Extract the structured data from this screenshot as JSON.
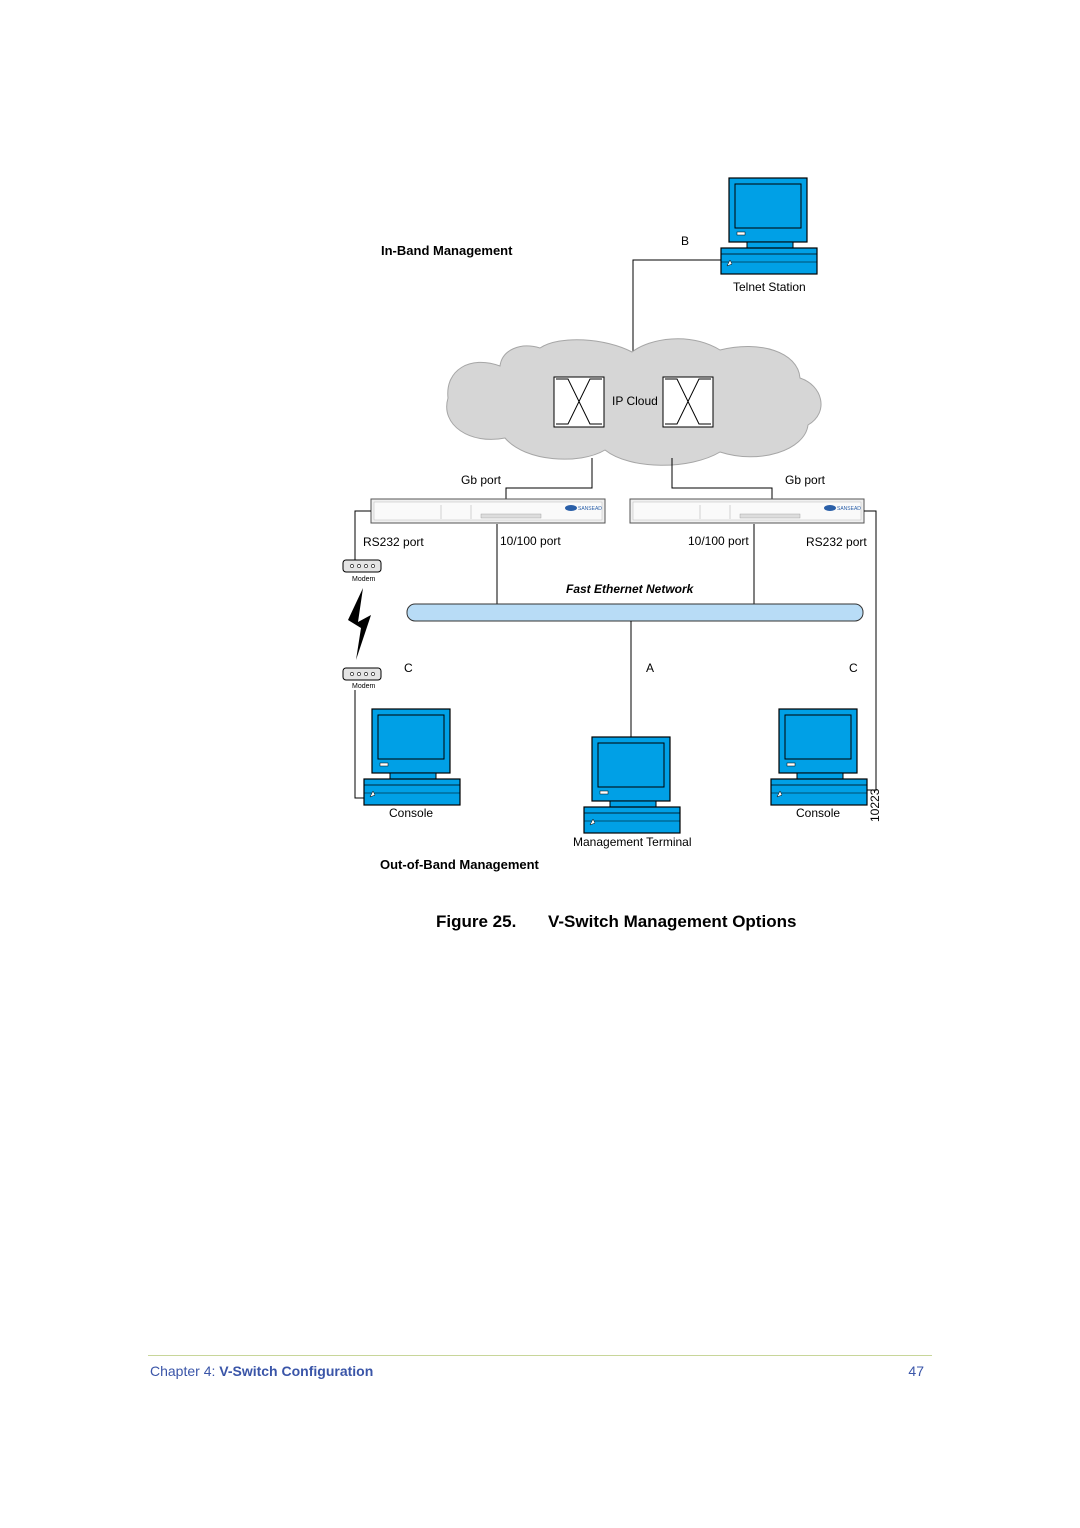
{
  "diagram": {
    "in_band_label": "In-Band Management",
    "out_of_band_label": "Out-of-Band Management",
    "telnet_station_label": "Telnet Station",
    "point_b": "B",
    "ip_cloud_label": "IP Cloud",
    "gb_port_left": "Gb port",
    "gb_port_right": "Gb port",
    "rs232_left": "RS232 port",
    "rs232_right": "RS232 port",
    "port_10_100_left": "10/100 port",
    "port_10_100_right": "10/100 port",
    "fast_ethernet_label": "Fast Ethernet Network",
    "modem_top_label": "Modem",
    "modem_bottom_label": "Modem",
    "point_c_left": "C",
    "point_a": "A",
    "point_c_right": "C",
    "console_left_label": "Console",
    "console_right_label": "Console",
    "management_terminal_label": "Management Terminal",
    "figure_id": "10223",
    "colors": {
      "monitor": "#00a0e6",
      "bus": "#b8dcf6",
      "cloud": "#d6d6d6"
    }
  },
  "caption": {
    "number": "Figure 25.",
    "title": "V-Switch Management Options"
  },
  "footer": {
    "chapter": "Chapter 4:",
    "chapter_title": "V-Switch Configuration",
    "page_number": "47"
  }
}
